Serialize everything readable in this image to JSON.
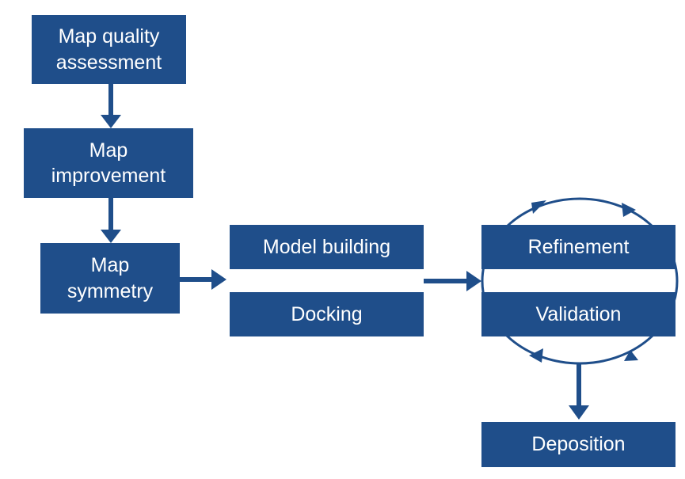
{
  "boxes": {
    "map_quality": {
      "line1": "Map quality",
      "line2": "assessment"
    },
    "map_improvement": {
      "line1": "Map",
      "line2": "improvement"
    },
    "map_symmetry": {
      "line1": "Map",
      "line2": "symmetry"
    },
    "model_building": "Model building",
    "docking": "Docking",
    "refinement": "Refinement",
    "validation": "Validation",
    "deposition": "Deposition"
  },
  "colors": {
    "box_fill": "#1f4e8a",
    "arrow": "#1f4e8a",
    "text": "#ffffff"
  }
}
